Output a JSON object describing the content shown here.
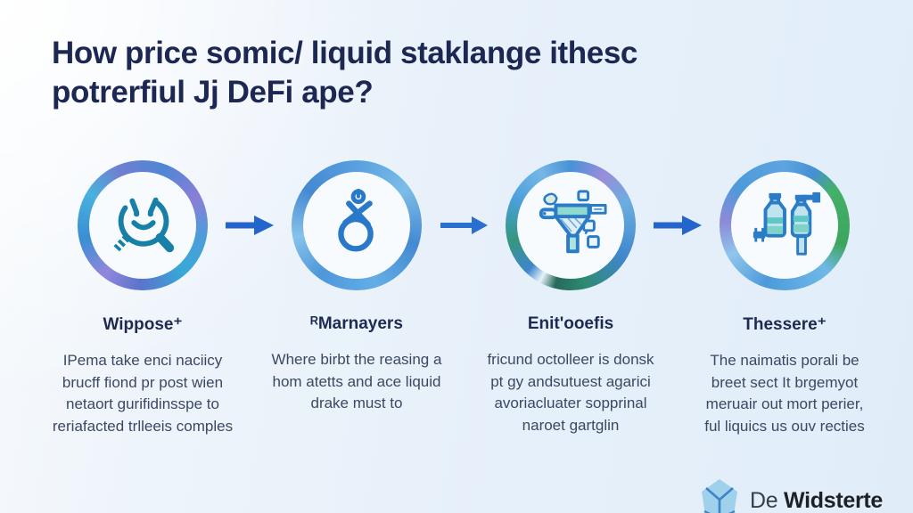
{
  "title": "How price somic/ liquid staklange ithesc\npotrerfiul Jj DeFi ape?",
  "steps": [
    {
      "icon": "magnifier-smiley-icon",
      "heading": "Wippose⁺",
      "body": "IPema take enci naciicy\nbrucff fiond pr post wien\nnetaort gurifidinsspe to\nreriafacted trlleeis comples"
    },
    {
      "icon": "droplet-ring-icon",
      "heading": "ᴿMarnayers",
      "body": "Where birbt the reasing a\nhom atetts and ace liquid\ndrake must to"
    },
    {
      "icon": "funnel-filter-icon",
      "heading": "Enit'ooefis",
      "body": "fricund octolleer is donsk\npt gy andsutuest agarici\navoriacluater sopprinal\nnaroet gartglin"
    },
    {
      "icon": "bottles-icon",
      "heading": "Thessere⁺",
      "body": "The naimatis porali be\nbreet sect It brgemyot\nmeruair out mort perier,\nful liquics us ouv recties"
    }
  ],
  "logo": {
    "icon": "pentagon-y-logo-icon",
    "text_regular": "De ",
    "text_bold": "Widsterte"
  },
  "colors": {
    "accent_arrow": "#2365cb",
    "icon_teal": "#187fa6",
    "icon_blue": "#2b7cc6",
    "title_navy": "#1c2752",
    "body_slate": "#3c4862",
    "logo_shape_blue": "#9fd0ec"
  }
}
